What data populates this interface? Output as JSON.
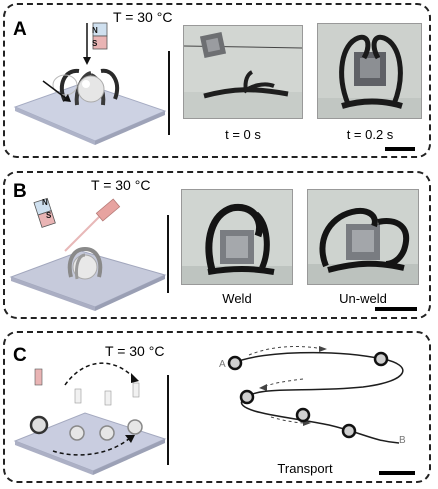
{
  "panels": {
    "a": {
      "label": "A",
      "temperature": "T = 30 °C",
      "magnet_n": "N",
      "magnet_s": "S",
      "captions": [
        "t = 0 s",
        "t = 0.2 s"
      ]
    },
    "b": {
      "label": "B",
      "temperature": "T = 30 °C",
      "magnet_n": "N",
      "magnet_s": "S",
      "captions": [
        "Weld",
        "Un-weld"
      ]
    },
    "c": {
      "label": "C",
      "temperature": "T = 30 °C",
      "caption": "Transport",
      "point_a": "A",
      "point_b": "B"
    }
  }
}
